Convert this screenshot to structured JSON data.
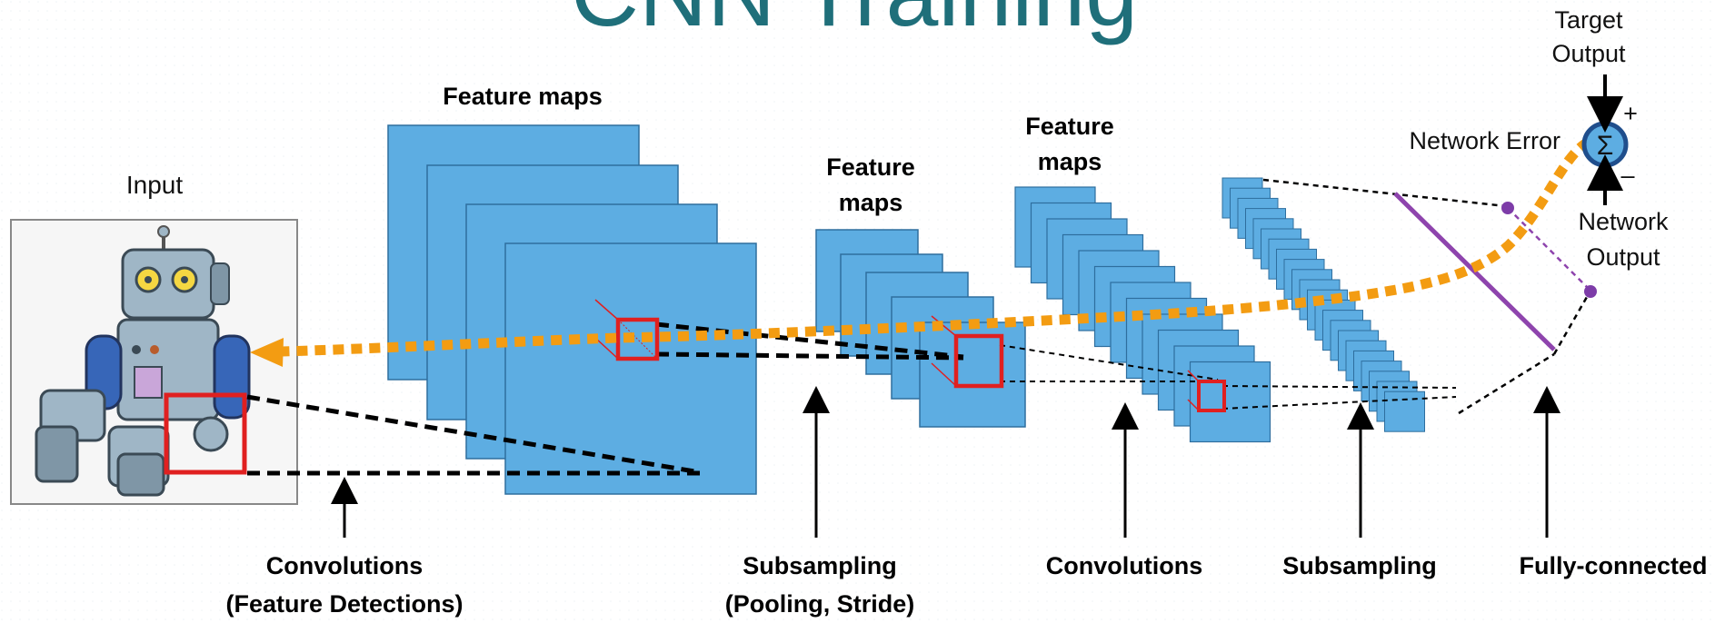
{
  "title": "CNN Training",
  "input_label": "Input",
  "feature_maps_labels": {
    "first": "Feature maps",
    "second_line1": "Feature",
    "second_line2": "maps",
    "third_line1": "Feature",
    "third_line2": "maps"
  },
  "sum_block": {
    "target_line1": "Target",
    "target_line2": "Output",
    "network_error": "Network Error",
    "sigma": "Σ",
    "plus": "+",
    "minus": "–",
    "output_line1": "Network",
    "output_line2": "Output"
  },
  "stage_labels": {
    "conv1_line1": "Convolutions",
    "conv1_line2": "(Feature Detections)",
    "sub1_line1": "Subsampling",
    "sub1_line2": "(Pooling, Stride)",
    "conv2": "Convolutions",
    "sub2": "Subsampling",
    "fc": "Fully-connected"
  },
  "colors": {
    "map_fill": "#5DADE2",
    "map_stroke": "#2E6E9E",
    "backprop": "#F39C12",
    "highlight": "#E02020",
    "fc_line": "#8E44AD",
    "title": "#1F6F7A"
  }
}
